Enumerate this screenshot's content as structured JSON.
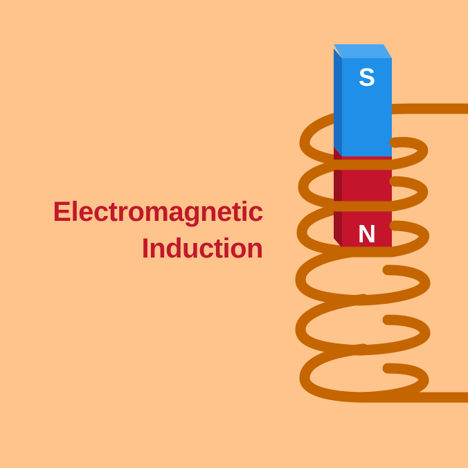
{
  "title": {
    "line1": "Electromagnetic",
    "line2": "Induction"
  },
  "magnet": {
    "top_pole": "S",
    "bottom_pole": "N"
  },
  "colors": {
    "background": "#ffc48b",
    "title": "#c0182b",
    "coil": "#c46500",
    "south_pole": "#1f8fe8",
    "north_pole": "#c4152c"
  }
}
